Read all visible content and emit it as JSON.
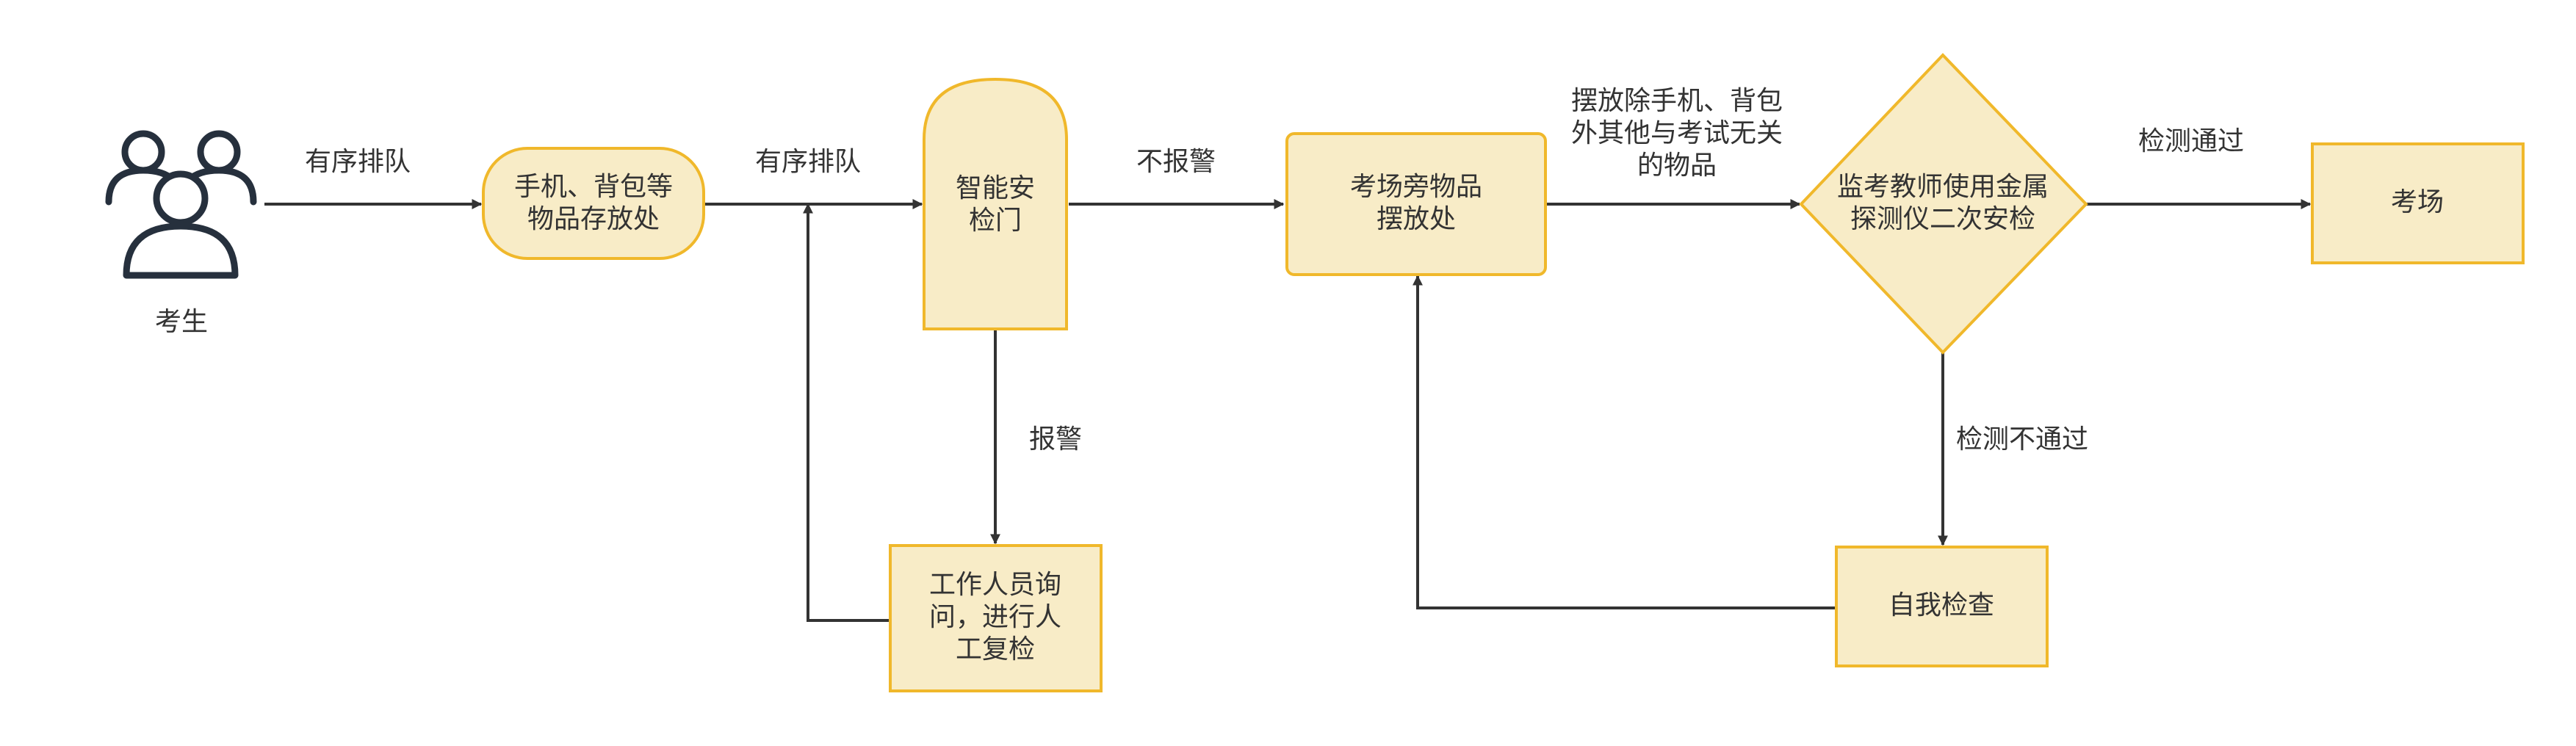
{
  "colors": {
    "node_fill": "#f8ecc7",
    "node_stroke": "#f0b82b",
    "edge": "#333333",
    "icon": "#26303d",
    "text": "#333333"
  },
  "actor": {
    "icon": "people-group-icon",
    "label": "考生"
  },
  "nodes": {
    "storage": [
      "手机、背包等",
      "物品存放处"
    ],
    "gate": [
      "智能安",
      "检门"
    ],
    "staff": [
      "工作人员询",
      "问，进行人",
      "工复检"
    ],
    "placement": [
      "考场旁物品",
      "摆放处"
    ],
    "teacher": [
      "监考教师使用金属",
      "探测仪二次安检"
    ],
    "self_check": [
      "自我检查"
    ],
    "exam_room": [
      "考场"
    ]
  },
  "edges": {
    "queue_1": [
      "有序排队"
    ],
    "queue_2": [
      "有序排队"
    ],
    "no_alarm": [
      "不报警"
    ],
    "alarm": [
      "报警"
    ],
    "place_items": [
      "摆放除手机、背包",
      "外其他与考试无关",
      "的物品"
    ],
    "pass": [
      "检测通过"
    ],
    "fail": [
      "检测不通过"
    ]
  }
}
